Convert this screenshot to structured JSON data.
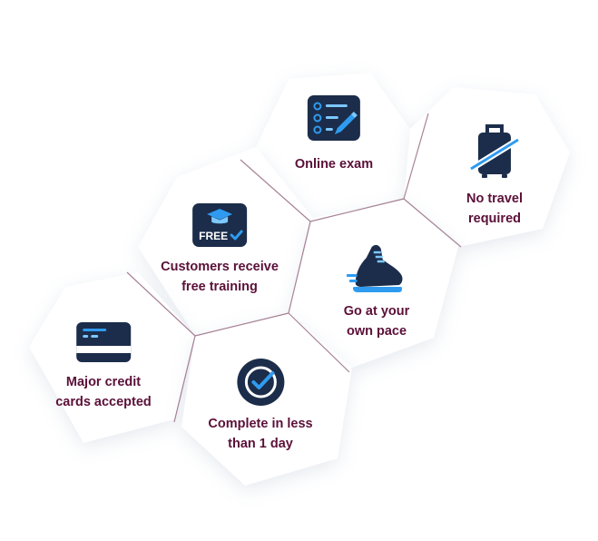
{
  "colors": {
    "label_text": "#5b1038",
    "hex_fill": "#ffffff",
    "hex_shadow": "#e3e7ef",
    "divider_line": "#8c5a75",
    "icon_navy": "#1b2d4a",
    "icon_blue": "#2f9bf0",
    "icon_light_blue": "#7cc8ff"
  },
  "tiles": [
    {
      "id": "online-exam",
      "icon": "exam-checklist-icon",
      "label": "Online exam"
    },
    {
      "id": "no-travel",
      "icon": "no-travel-luggage-icon",
      "label": "No travel\nrequired"
    },
    {
      "id": "free-training",
      "icon": "free-graduation-cap-icon",
      "badge": "FREE",
      "label": "Customers receive\nfree training"
    },
    {
      "id": "own-pace",
      "icon": "running-shoe-icon",
      "label": "Go at your\nown pace"
    },
    {
      "id": "credit-cards",
      "icon": "credit-card-icon",
      "label": "Major credit\ncards accepted"
    },
    {
      "id": "one-day",
      "icon": "check-circle-icon",
      "label": "Complete in less\nthan 1 day"
    }
  ]
}
